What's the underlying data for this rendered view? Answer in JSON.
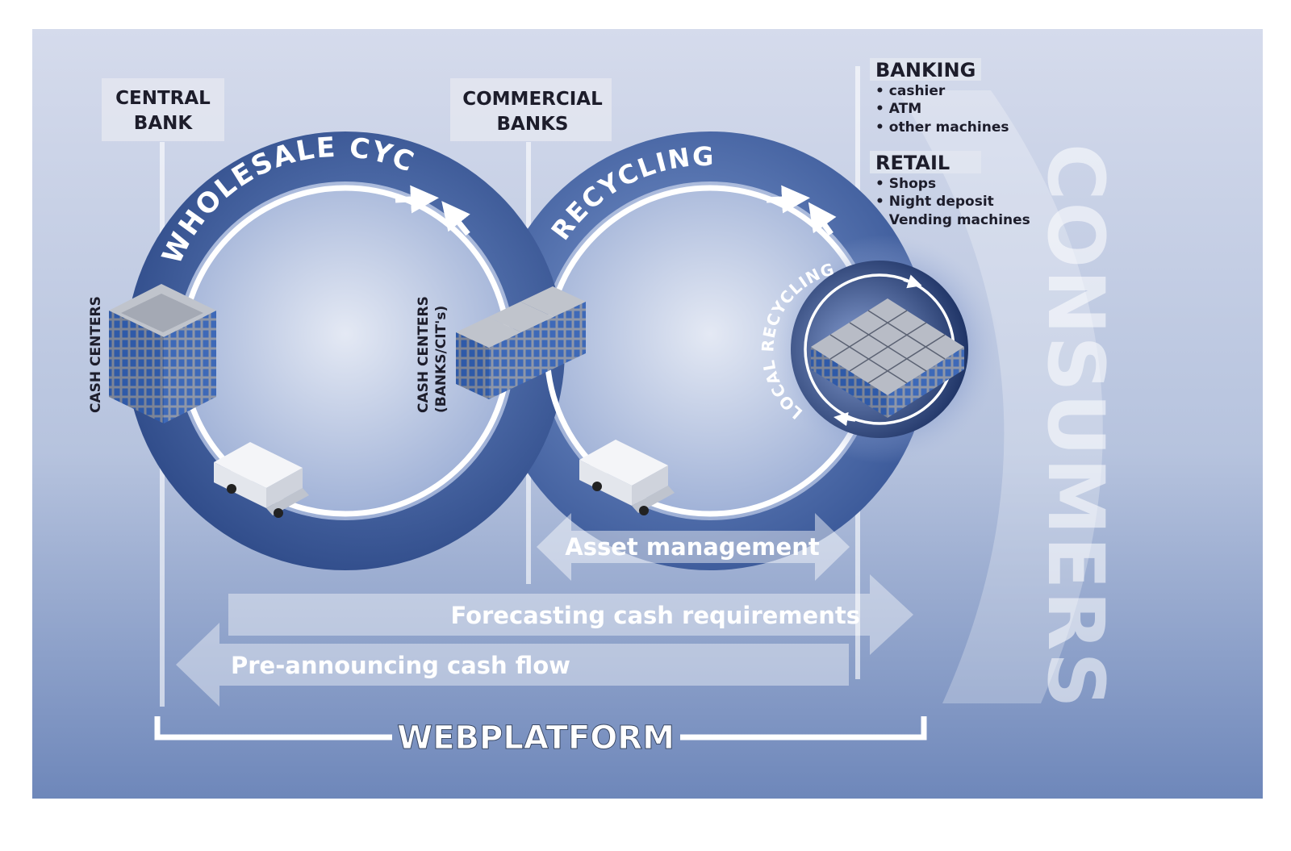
{
  "central_bank": {
    "line1": "CENTRAL",
    "line2": "BANK"
  },
  "commercial_banks": {
    "line1": "COMMERCIAL",
    "line2": "BANKS"
  },
  "wholesale_cycle_label": "WHOLESALE CYCLE",
  "recycling_label": "RECYCLING",
  "local_recycling_label": "LOCAL RECYCLING",
  "cash_centers_label": "CASH CENTERS",
  "cash_centers_banks": {
    "line1": "CASH CENTERS",
    "line2": "(BANKS/CIT's)"
  },
  "banking": {
    "heading": "BANKING",
    "items": [
      "• cashier",
      "• ATM",
      "• other machines"
    ]
  },
  "retail": {
    "heading": "RETAIL",
    "items": [
      "• Shops",
      "• Night deposit",
      "• Vending machines"
    ]
  },
  "consumers_label": "CONSUMERS",
  "asset_management_label": "Asset management",
  "forecasting_label": "Forecasting cash requirements",
  "preannouncing_label": "Pre-announcing cash flow",
  "webplatform_label": "WEBPLATFORM",
  "colors": {
    "background_top": "#d3d9ea",
    "background_bottom": "#7189bb",
    "ring_dark": "#34508f",
    "ring_light": "#6f8cc4",
    "label_box": "#e2e6f0",
    "arrow_band": "#ffffff"
  }
}
